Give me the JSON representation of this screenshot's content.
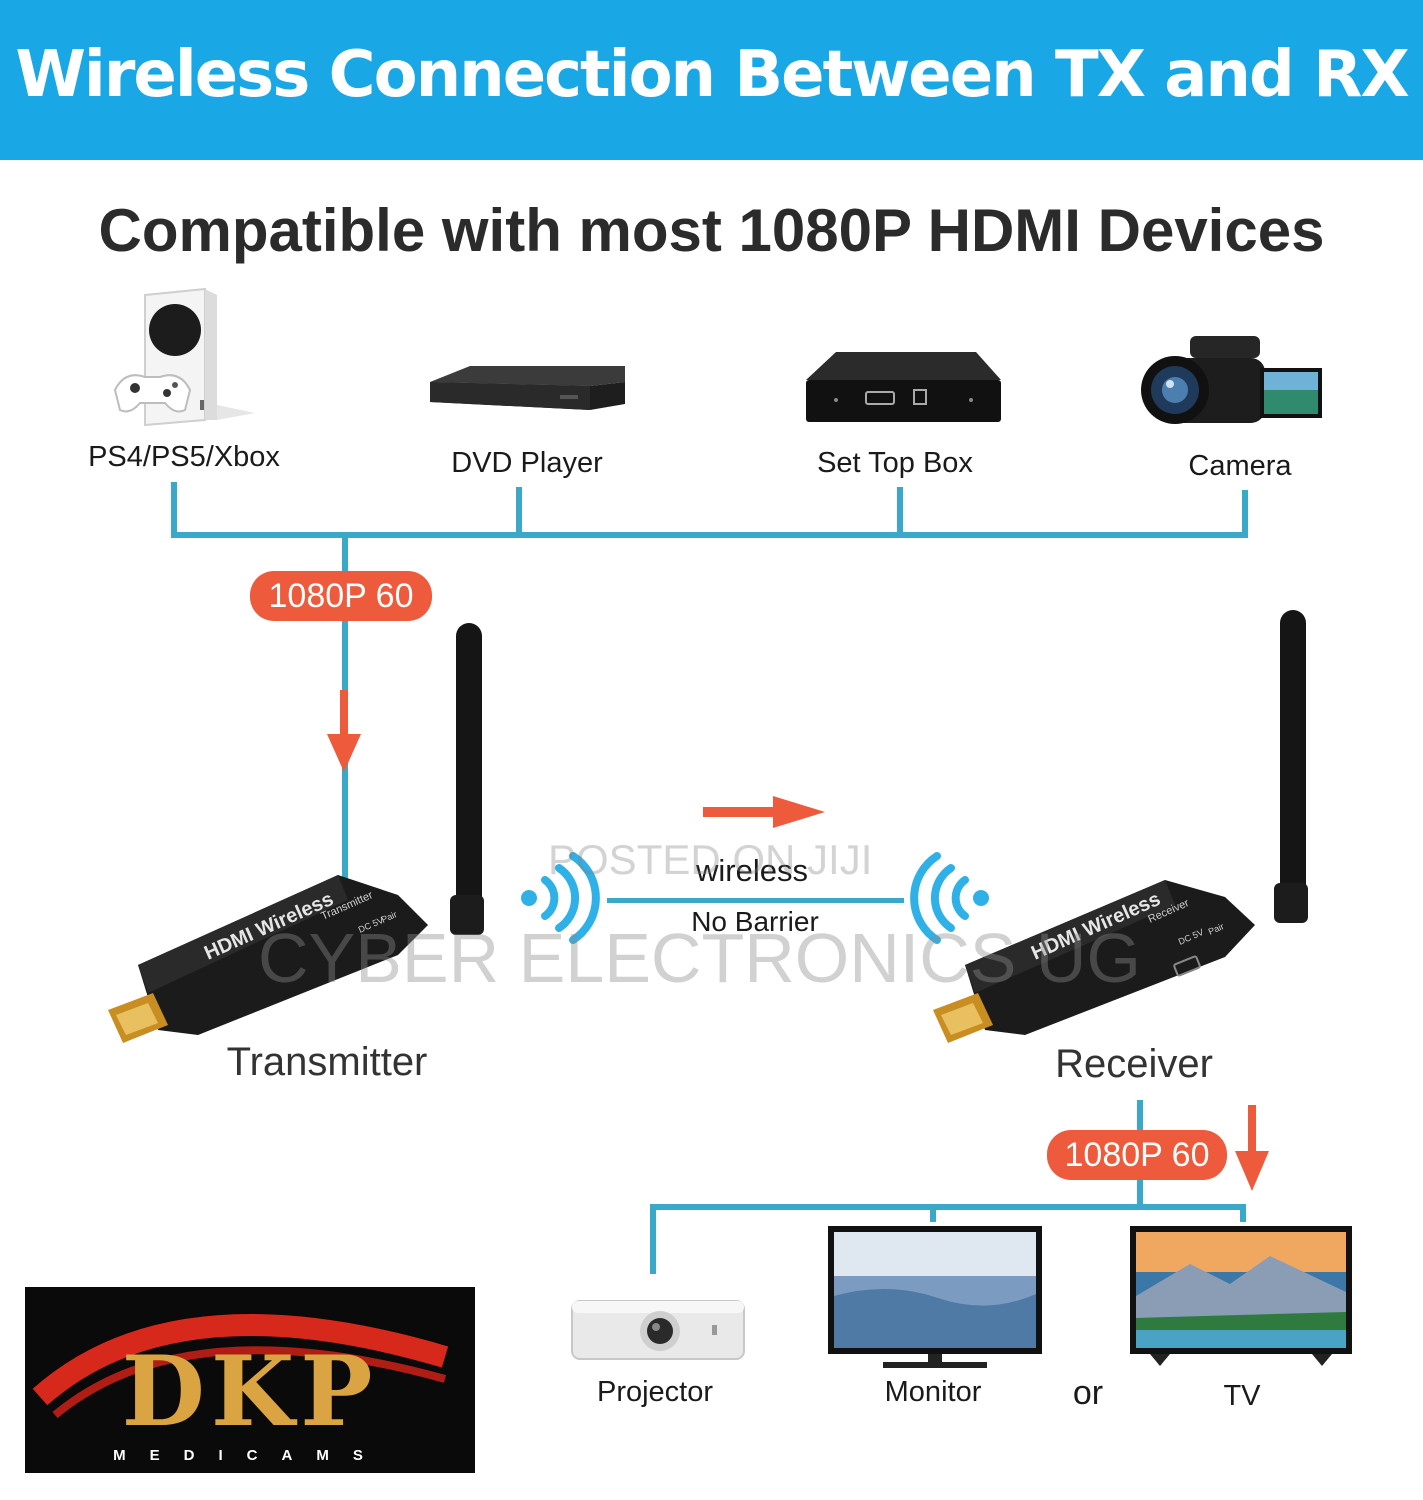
{
  "header": {
    "title": "Wireless Connection Between TX and RX"
  },
  "subtitle": "Compatible with most 1080P HDMI Devices",
  "sources": [
    {
      "label": "PS4/PS5/Xbox",
      "icon": "game-console-icon"
    },
    {
      "label": "DVD Player",
      "icon": "dvd-player-icon"
    },
    {
      "label": "Set Top Box",
      "icon": "set-top-box-icon"
    },
    {
      "label": "Camera",
      "icon": "camcorder-icon"
    }
  ],
  "input_badge": "1080P 60",
  "output_badge": "1080P 60",
  "transmitter": {
    "label": "Transmitter",
    "body_text": "HDMI Wireless",
    "sub_text": "Transmitter",
    "port_text": "DC 5V",
    "button_text": "Pair"
  },
  "receiver": {
    "label": "Receiver",
    "body_text": "HDMI Wireless",
    "sub_text": "Receiver",
    "port_text": "DC 5V",
    "button_text": "Pair"
  },
  "link": {
    "line1": "wireless",
    "line2": "No Barrier"
  },
  "displays": [
    {
      "label": "Projector",
      "icon": "projector-icon"
    },
    {
      "label": "Monitor",
      "icon": "monitor-icon"
    },
    {
      "label": "TV",
      "icon": "tv-icon"
    }
  ],
  "or_text": "or",
  "logo": {
    "brand": "DKP",
    "tagline": "MEDICAMS"
  },
  "watermarks": {
    "line1": "POSTED ON JIJI",
    "line2": "CYBER ELECTRONICS UG"
  },
  "colors": {
    "banner": "#1aa7e6",
    "wire": "#3aa8c9",
    "badge": "#ee5a3c",
    "arrow": "#ee5a3c",
    "signal": "#2fb1e8"
  }
}
